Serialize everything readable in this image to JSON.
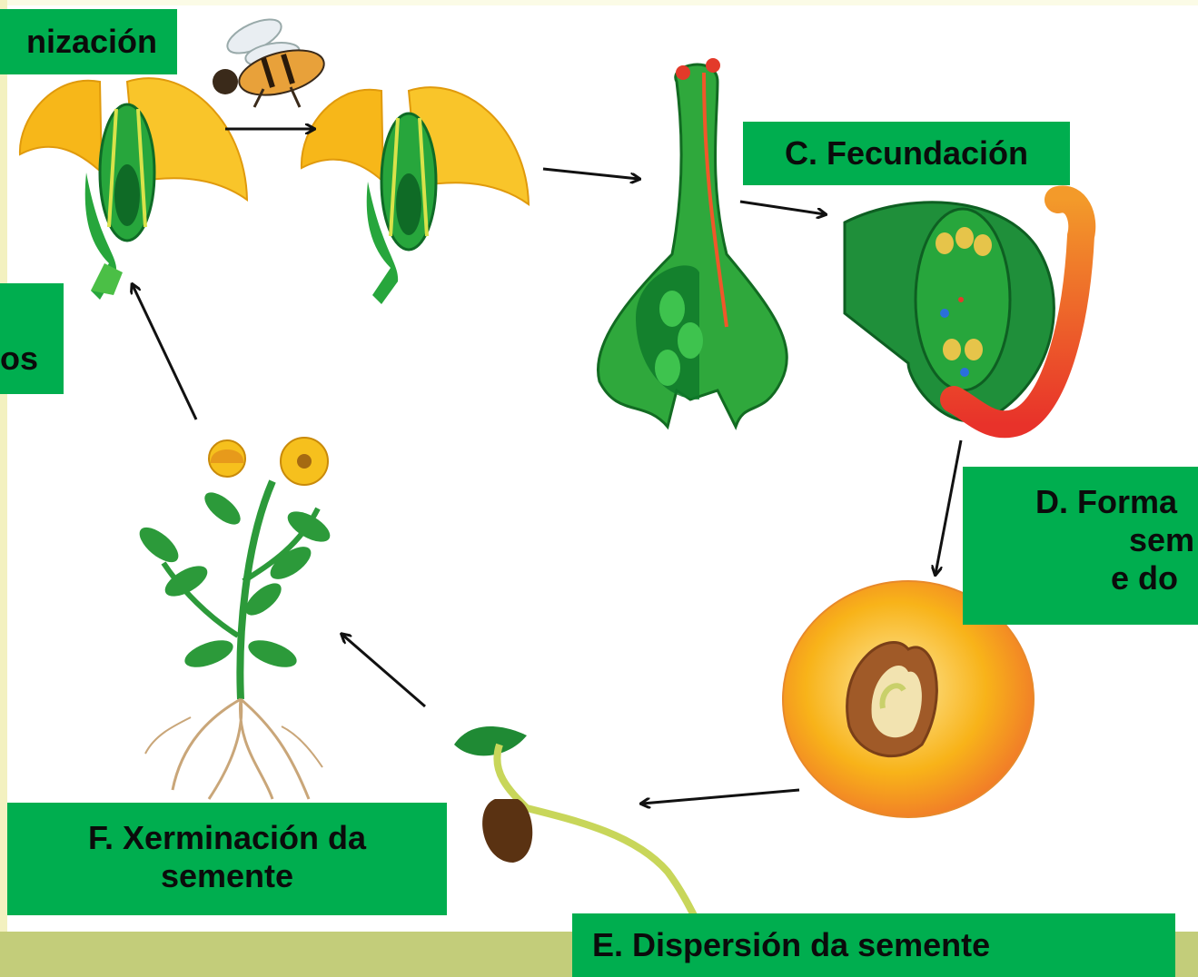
{
  "labels": {
    "a": "nización",
    "b": "os",
    "c": "C. Fecundación",
    "d_line1": "D. Forma",
    "d_line2": "sem",
    "d_line3": "e do",
    "e": "E. Dispersión da semente",
    "f_line1": "F. Xerminación da",
    "f_line2": "semente"
  },
  "colors": {
    "label_bg": "#00ae4f",
    "petal": "#f7b719",
    "plant_green": "#139c32",
    "ovary_green": "#1f8f3a",
    "pollen_tube": "#f0572a",
    "fruit": "#f8b319",
    "arrow": "#111111"
  }
}
